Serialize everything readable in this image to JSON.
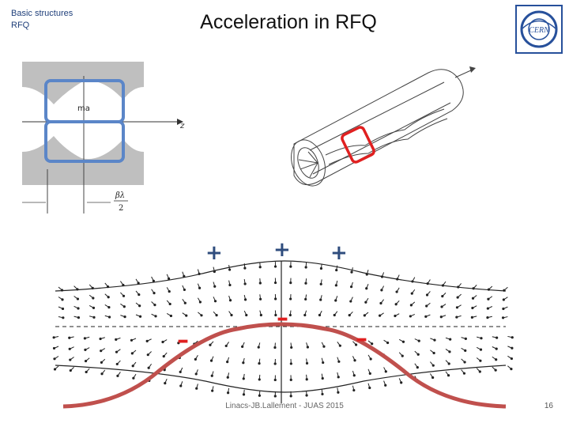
{
  "header": {
    "section_lines": [
      "Basic structures",
      "RFQ"
    ],
    "title": "Acceleration in RFQ"
  },
  "logo": {
    "text": "CERN"
  },
  "figure_left": {
    "label_ma": "ma",
    "label_z": "z",
    "label_beta_lambda": "βλ",
    "label_two": "2"
  },
  "field_plot": {
    "plus_sign": "+",
    "minus_sign": "–"
  },
  "footer": {
    "text": "Linacs-JB.Lallement - JUAS 2015",
    "page": "16"
  },
  "colors": {
    "title_text": "#111111",
    "section_text": "#1f3f7a",
    "highlight_blue": "#5b86c8",
    "highlight_red": "#e02020",
    "wave_red": "#c0504d",
    "sign_blue": "#2f4d7e"
  }
}
